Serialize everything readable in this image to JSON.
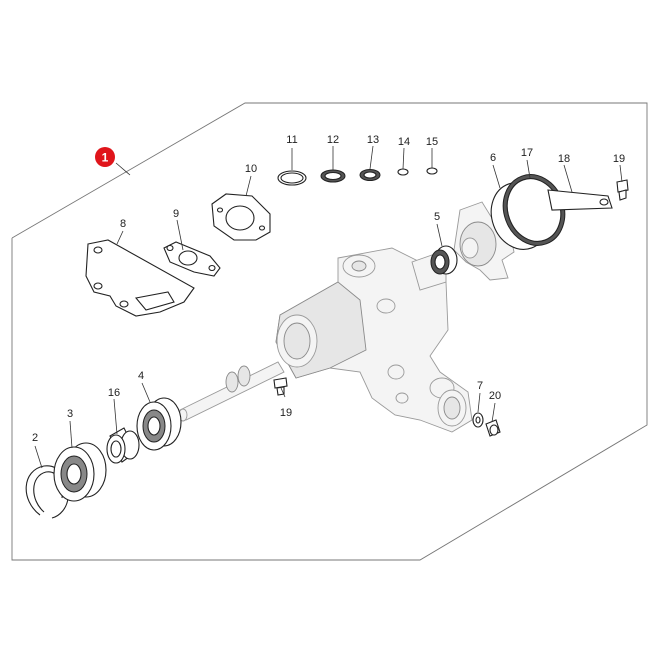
{
  "assembly": {
    "badge_label": "1",
    "badge_color": "#e0151b"
  },
  "callouts": [
    {
      "id": "c2",
      "label": "2"
    },
    {
      "id": "c3",
      "label": "3"
    },
    {
      "id": "c4",
      "label": "4"
    },
    {
      "id": "c5",
      "label": "5"
    },
    {
      "id": "c6",
      "label": "6"
    },
    {
      "id": "c7",
      "label": "7"
    },
    {
      "id": "c8",
      "label": "8"
    },
    {
      "id": "c9",
      "label": "9"
    },
    {
      "id": "c10",
      "label": "10"
    },
    {
      "id": "c11",
      "label": "11"
    },
    {
      "id": "c12",
      "label": "12"
    },
    {
      "id": "c13",
      "label": "13"
    },
    {
      "id": "c14",
      "label": "14"
    },
    {
      "id": "c15",
      "label": "15"
    },
    {
      "id": "c16",
      "label": "16"
    },
    {
      "id": "c17",
      "label": "17"
    },
    {
      "id": "c18",
      "label": "18"
    },
    {
      "id": "c19a",
      "label": "19"
    },
    {
      "id": "c19b",
      "label": "19"
    },
    {
      "id": "c20",
      "label": "20"
    }
  ]
}
